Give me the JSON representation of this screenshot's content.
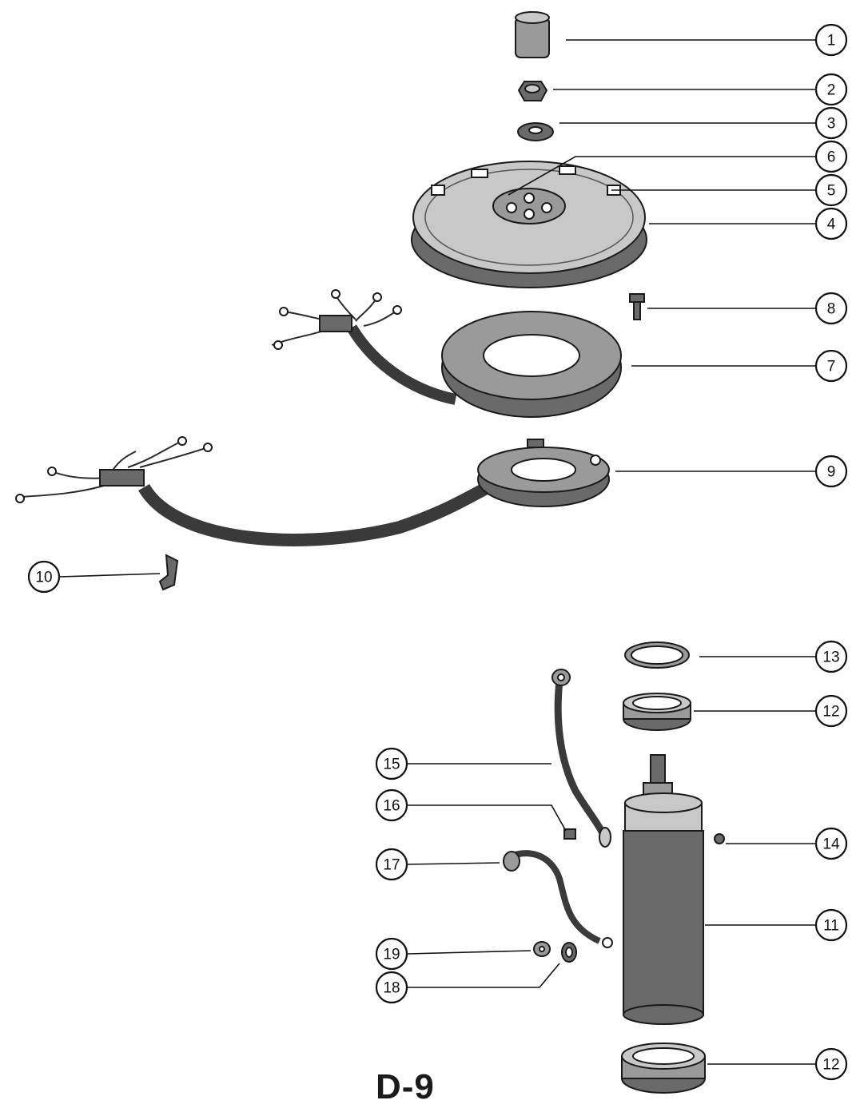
{
  "diagram": {
    "code": "D-9",
    "callouts": [
      "1",
      "2",
      "3",
      "6",
      "5",
      "4",
      "8",
      "7",
      "9",
      "10",
      "13",
      "12",
      "15",
      "16",
      "14",
      "17",
      "11",
      "19",
      "18",
      "12"
    ],
    "parts": [
      "cap",
      "nut",
      "washer",
      "flywheel",
      "key",
      "spline",
      "screw",
      "stator",
      "trigger",
      "clip",
      "ring",
      "bushing",
      "cable",
      "screw",
      "nut",
      "cable",
      "starter-motor",
      "nut",
      "washer",
      "end-cap"
    ]
  }
}
